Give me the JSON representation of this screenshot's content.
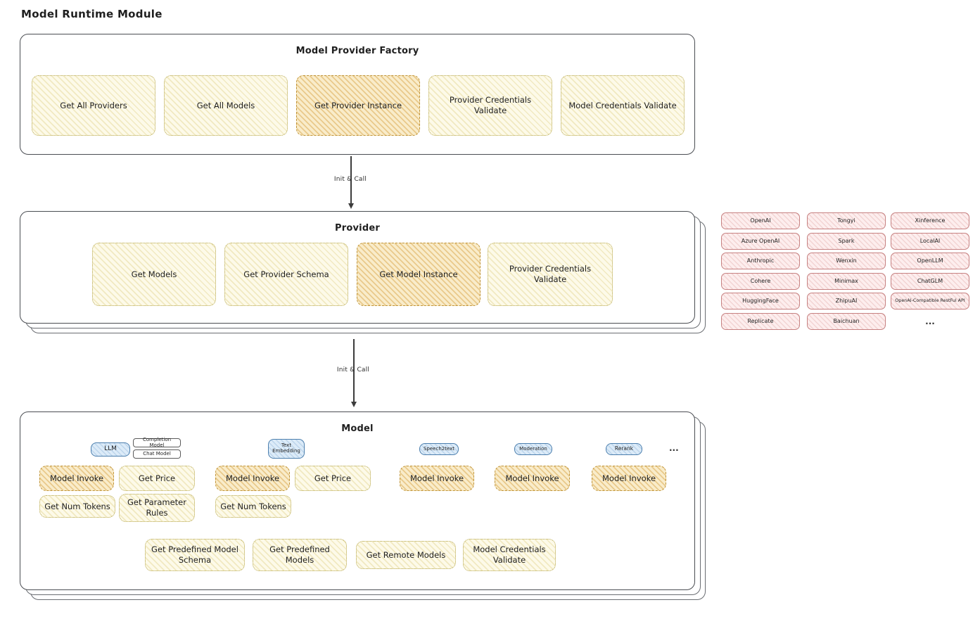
{
  "page_title": "Model Runtime Module",
  "arrows": {
    "init_call_1": "Init & Call",
    "init_call_2": "Init & Call"
  },
  "factory": {
    "title": "Model Provider Factory",
    "items": [
      "Get All Providers",
      "Get All Models",
      "Get Provider Instance",
      "Provider Credentials Validate",
      "Model Credentials Validate"
    ]
  },
  "provider": {
    "title": "Provider",
    "items": [
      "Get Models",
      "Get Provider Schema",
      "Get Model Instance",
      "Provider Credentials Validate"
    ]
  },
  "vendors": {
    "col1": [
      "OpenAI",
      "Azure OpenAI",
      "Anthropic",
      "Cohere",
      "HuggingFace",
      "Replicate"
    ],
    "col2": [
      "Tongyi",
      "Spark",
      "Wenxin",
      "Minimax",
      "ZhipuAI",
      "Baichuan"
    ],
    "col3": [
      "Xinference",
      "LocalAI",
      "OpenLLM",
      "ChatGLM",
      "OpenAI-Compatible RestFul API"
    ],
    "more": "..."
  },
  "model": {
    "title": "Model",
    "types": {
      "llm": "LLM",
      "completion": "Completion Model",
      "chat": "Chat Model",
      "text_embedding": "Text Embedding",
      "speech2text": "Speech2text",
      "moderation": "Moderation",
      "rerank": "Rerank",
      "more": "..."
    },
    "llm_ops": [
      "Model Invoke",
      "Get Price",
      "Get Num Tokens",
      "Get Parameter Rules"
    ],
    "embedding_ops": [
      "Model Invoke",
      "Get Price",
      "Get Num Tokens"
    ],
    "speech2text_ops": [
      "Model Invoke"
    ],
    "moderation_ops": [
      "Model Invoke"
    ],
    "rerank_ops": [
      "Model Invoke"
    ],
    "common_ops": [
      "Get Predefined Model Schema",
      "Get Predefined Models",
      "Get Remote Models",
      "Model Credentials Validate"
    ]
  },
  "colors": {
    "node_yellow": "#fdfae9",
    "node_orange_highlight": "#f9ecca",
    "vendor_pink": "#fdeeee",
    "type_blue": "#dcebf8"
  }
}
